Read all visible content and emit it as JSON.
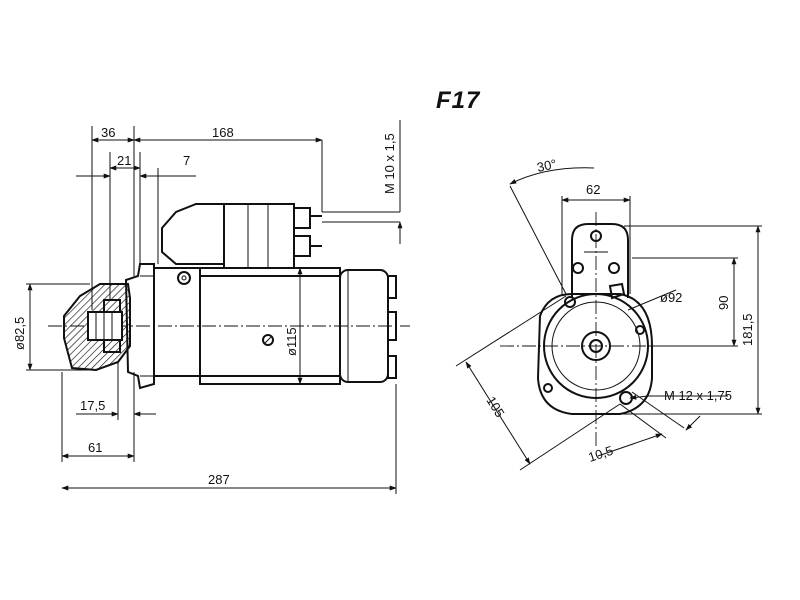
{
  "title": "F17",
  "dimensions": {
    "d36": "36",
    "d168": "168",
    "d21": "21",
    "d7": "7",
    "thread_top": "M 10 x 1,5",
    "dia82": "ø82,5",
    "dia115": "ø115",
    "d17": "17,5",
    "d61": "61",
    "d287": "287",
    "angle30": "30°",
    "d62": "62",
    "dia92": "ø92",
    "d90": "90",
    "d181": "181,5",
    "d105": "105",
    "d10": "10,5",
    "thread_bottom": "M 12 x 1,75"
  }
}
